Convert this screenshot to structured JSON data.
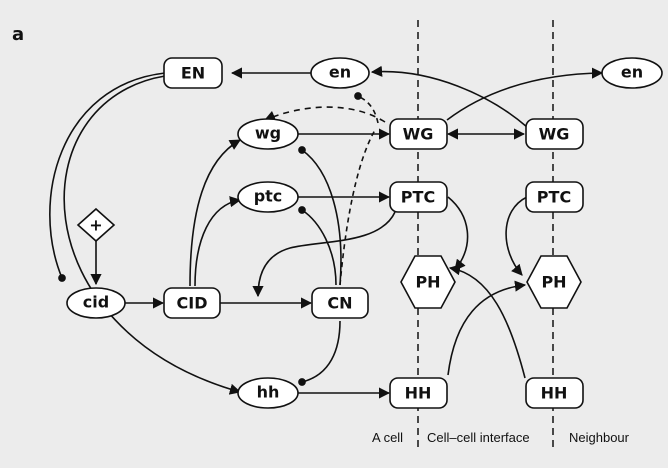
{
  "panel_label": "a",
  "nodes": {
    "EN": "EN",
    "en1": "en",
    "en2": "en",
    "wg": "wg",
    "WG1": "WG",
    "WG2": "WG",
    "ptc": "ptc",
    "PTC1": "PTC",
    "PTC2": "PTC",
    "PH1": "PH",
    "PH2": "PH",
    "cid": "cid",
    "CID": "CID",
    "CN": "CN",
    "plus": "+",
    "hh": "hh",
    "HH1": "HH",
    "HH2": "HH"
  },
  "regions": {
    "a_cell": "A cell",
    "interface": "Cell–cell interface",
    "neighbour": "Neighbour"
  },
  "colors": {
    "background": "#ececec",
    "node_fill": "#ffffff",
    "stroke": "#111111"
  }
}
